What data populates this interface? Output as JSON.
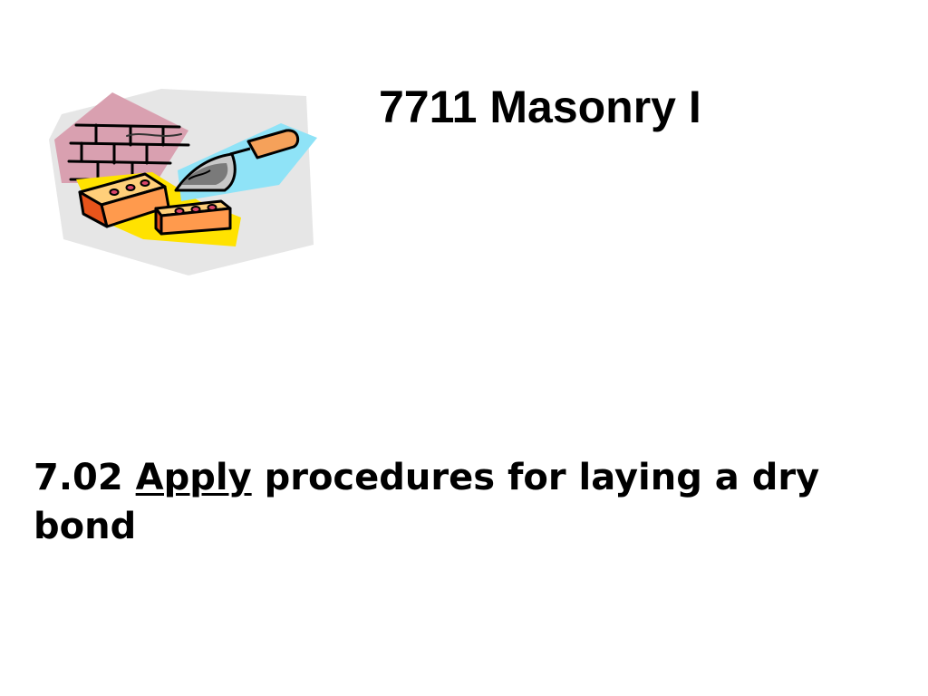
{
  "slide": {
    "title": "7711 Masonry I",
    "objective": {
      "number": "7.02",
      "verb": "Apply",
      "rest": "procedures for laying a dry bond"
    },
    "clipart": {
      "icon": "masonry-bricks-trowel-icon",
      "colors": {
        "backdrop": "#e6e6e6",
        "wall": "#d9a0b0",
        "yellow": "#ffe200",
        "blue": "#8fe3f7",
        "brick_face": "#ff9a4d",
        "brick_side": "#e8541b",
        "handle": "#f5a15a",
        "mortar": "#7a7a7a"
      }
    }
  }
}
